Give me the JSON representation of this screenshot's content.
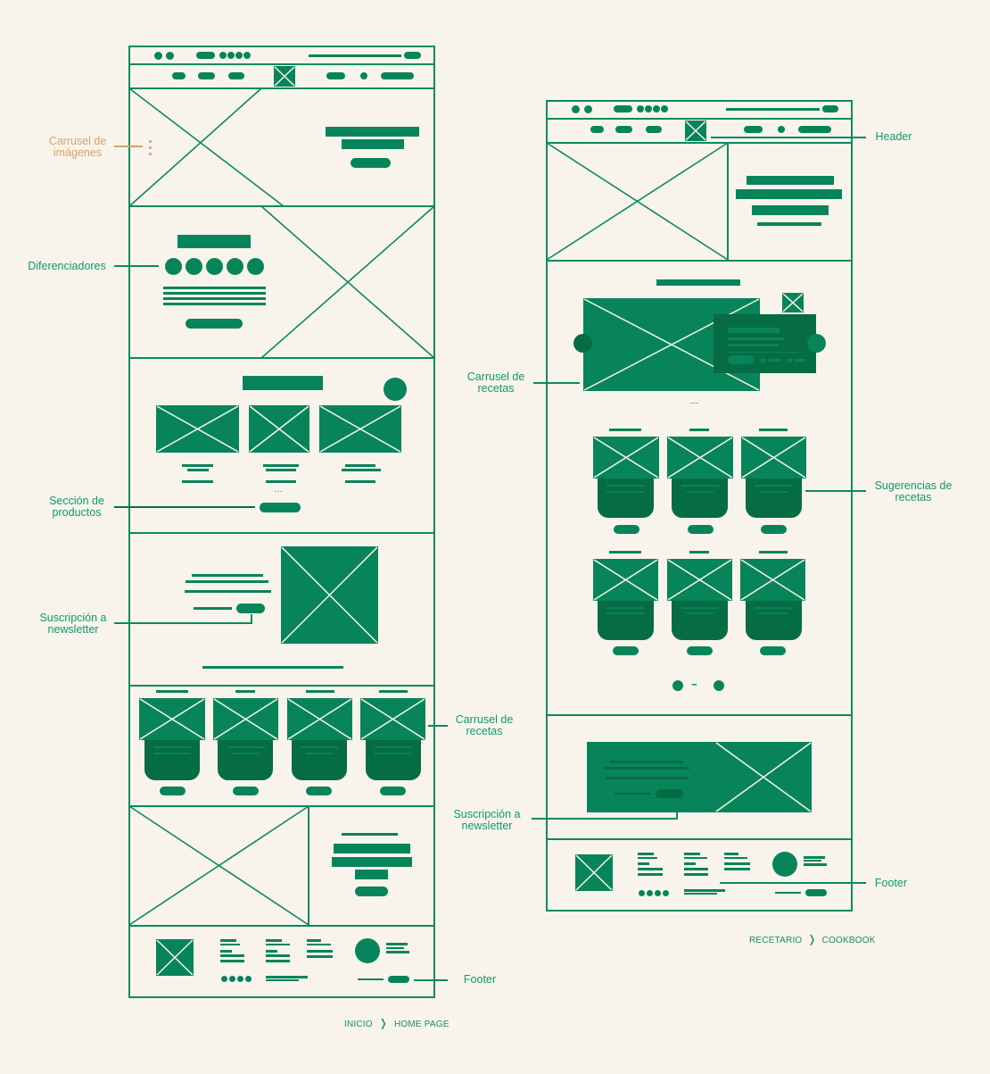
{
  "colors": {
    "background": "#f8f4ec",
    "wire_green": "#08845a",
    "dark_green": "#066c44",
    "annotation_green": "#10996a",
    "annotation_orange": "#d9a064"
  },
  "home_page": {
    "annotations": {
      "image_carousel": "Carrusel de imágenes",
      "differentiators": "Diferenciadores",
      "products": "Sección de productos",
      "newsletter": "Suscripción a newsletter",
      "recipe_carousel": "Carrusel de recetas",
      "footer": "Footer"
    },
    "breadcrumb": {
      "parent": "INICIO",
      "separator": ">",
      "current": "HOME PAGE"
    }
  },
  "cookbook_page": {
    "annotations": {
      "header": "Header",
      "recipe_carousel": "Carrusel de recetas",
      "recipe_suggestions": "Sugerencias de recetas",
      "newsletter": "Suscripción a newsletter",
      "footer": "Footer"
    },
    "breadcrumb": {
      "parent": "RECETARIO",
      "separator": ">",
      "current": "COOKBOOK"
    }
  }
}
